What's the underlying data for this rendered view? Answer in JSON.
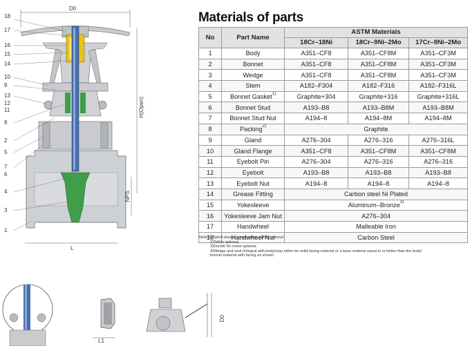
{
  "drawing": {
    "callouts": [
      "18",
      "17",
      "16",
      "15",
      "14",
      "10",
      "9",
      "13",
      "12",
      "11",
      "8",
      "2",
      "5",
      "7",
      "6",
      "4",
      "3",
      "1"
    ],
    "dims": {
      "d0_top": "D0",
      "height": "H(Open)",
      "nps": "NPS",
      "length": "L",
      "l1": "L1",
      "d0_bottom": "D0"
    }
  },
  "table": {
    "title": "Materials of parts",
    "headers": {
      "no": "No",
      "part_name": "Part Name",
      "astm": "ASTM Materials",
      "col1": "18Cr–18Ni",
      "col2": "18Cr–9Ni–2Mo",
      "col3": "17Cr–9Ni–2Mo"
    },
    "rows": [
      {
        "no": "1",
        "name": "Body",
        "sup": "",
        "c1": "A351–CF8",
        "c2": "A351–CF8M",
        "c3": "A351–CF3M",
        "span": ""
      },
      {
        "no": "2",
        "name": "Bonnet",
        "sup": "",
        "c1": "A351–CF8",
        "c2": "A351–CF8M",
        "c3": "A351–CF3M",
        "span": ""
      },
      {
        "no": "3",
        "name": "Wedge",
        "sup": "",
        "c1": "A351–CF8",
        "c2": "A351–CF8M",
        "c3": "A351–CF3M",
        "span": ""
      },
      {
        "no": "4",
        "name": "Stem",
        "sup": "",
        "c1": "A182–F304",
        "c2": "A182–F316",
        "c3": "A182–F316L",
        "span": ""
      },
      {
        "no": "5",
        "name": "Bonnet Gasket",
        "sup": "1)",
        "c1": "Graphite+304",
        "c2": "Graphite+316",
        "c3": "Graphite+316L",
        "span": ""
      },
      {
        "no": "6",
        "name": "Bonnet Stud",
        "sup": "",
        "c1": "A193–B8",
        "c2": "A193–B8M",
        "c3": "A193–B8M",
        "span": ""
      },
      {
        "no": "7",
        "name": "Bonnet Stud Nut",
        "sup": "",
        "c1": "A194–8",
        "c2": "A194–8M",
        "c3": "A194–8M",
        "span": ""
      },
      {
        "no": "8",
        "name": "Packing",
        "sup": "2)",
        "c1": "",
        "c2": "",
        "c3": "",
        "span": "Graphite"
      },
      {
        "no": "9",
        "name": "Gland",
        "sup": "",
        "c1": "A276–304",
        "c2": "A276–316",
        "c3": "A276–316L",
        "span": ""
      },
      {
        "no": "10",
        "name": "Gland Flange",
        "sup": "",
        "c1": "A351–CF8",
        "c2": "A351–CF8M",
        "c3": "A351–CF8M",
        "span": ""
      },
      {
        "no": "11",
        "name": "Eyebolt Pin",
        "sup": "",
        "c1": "A276–304",
        "c2": "A276–316",
        "c3": "A276–316",
        "span": ""
      },
      {
        "no": "12",
        "name": "Eyebolt",
        "sup": "",
        "c1": "A193–B8",
        "c2": "A193–B8",
        "c3": "A193–B8",
        "span": ""
      },
      {
        "no": "13",
        "name": "Eyebolt Nut",
        "sup": "",
        "c1": "A194–8",
        "c2": "A194–8",
        "c3": "A194–8",
        "span": ""
      },
      {
        "no": "14",
        "name": "Grease Fitting",
        "sup": "",
        "c1": "",
        "c2": "",
        "c3": "",
        "span": "Carbon steel Ni Plated"
      },
      {
        "no": "15",
        "name": "Yokesleeve",
        "sup": "",
        "c1": "",
        "c2": "",
        "c3": "",
        "span": "Aluminum–Bronze",
        "span_sup": "3)"
      },
      {
        "no": "16",
        "name": "Yokesleeve Jam Nut",
        "sup": "",
        "c1": "",
        "c2": "",
        "c3": "",
        "span": "A276–304"
      },
      {
        "no": "17",
        "name": "Handwheel",
        "sup": "",
        "c1": "",
        "c2": "",
        "c3": "",
        "span": "Malleable Iron"
      },
      {
        "no": "18",
        "name": "Handwheel Nut",
        "sup": "",
        "c1": "",
        "c2": "",
        "c3": "",
        "span": "Carbon Steel"
      }
    ]
  },
  "notes": [
    "Note:1) Spiral wound construction, teflon optional",
    "2)Teflon optional.",
    "3)Ductile Ni–resist optional.",
    "4)Wedge and seat (integral with body)may either be solid facing material or a base material equal to or better than the body/",
    "bonnet material with facing as shown."
  ],
  "colors": {
    "header_bg": "#e2e2e2",
    "border": "#9a9a9a",
    "body_metal": "#c9cbcf",
    "stem_blue": "#4a6ea8",
    "wedge_green": "#3f9e4a",
    "yoke_yellow": "#e7c21a"
  }
}
